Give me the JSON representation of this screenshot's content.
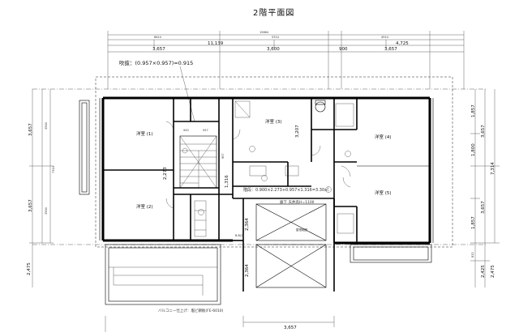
{
  "title": "2階平面図",
  "rooms": {
    "room1": "洋室 (1)",
    "room2": "洋室 (2)",
    "room3": "洋室 (3)",
    "room4": "洋室 (4)",
    "room5": "洋室 (5)",
    "hall": "廊下",
    "ceiling_lower": "天井高H=1100"
  },
  "notes": {
    "stair_void": "吹抜：(0.957×0.957)=0.915",
    "landing": "階段：0.900×2.273+0.957×1.316=3.30㎡",
    "roof_finish": "バルコニー仕上げ：塩ビ鋼板(FE-6010)",
    "section": "B-B(2)",
    "eave": "屋根範囲"
  },
  "dims": {
    "top_total": "15864",
    "top_a": "6614",
    "top_b": "5314",
    "top_c": "4914",
    "top_11139": "11,139",
    "top_4725": "4,725",
    "top_3657_a": "3,657",
    "top_3600": "3,600",
    "top_900": "900",
    "top_3657_b": "3,657",
    "inner_900": "900",
    "inner_957": "957",
    "v_957": "957",
    "v_3207": "3,207",
    "v_2273": "2,273",
    "v_1316": "1,316",
    "v_2364_a": "2,364",
    "v_2364_b": "2,364",
    "bottom_3657": "3,657",
    "left_3657_a": "3,657",
    "left_3657_b": "3,657",
    "left_2475": "2,475",
    "left_3564_a": "3564",
    "left_3564_b": "3564",
    "left_7314": "7314",
    "right_1857_a": "1,857",
    "right_1800": "1,800",
    "right_1857_b": "1,857",
    "right_3657_a": "3,657",
    "right_3657_b": "3,657",
    "right_7314": "7,314",
    "right_832": "832",
    "right_2425": "2,425",
    "right_2475": "2,475"
  }
}
